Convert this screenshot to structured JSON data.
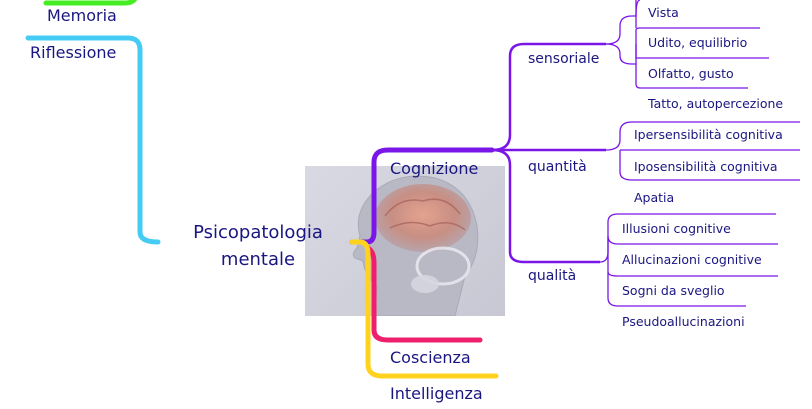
{
  "center": {
    "line1": "Psicopatologia",
    "line2": "mentale"
  },
  "left_branches": [
    {
      "label": "Memoria",
      "color": "#44ee22"
    },
    {
      "label": "Riflessione",
      "color": "#44ccf4"
    }
  ],
  "right_branches": [
    {
      "label": "Cognizione",
      "color": "#7a16e8",
      "groups": [
        {
          "label": "sensoriale",
          "items": [
            "Vista",
            "Udito, equilibrio",
            "Olfatto, gusto",
            "Tatto, autopercezione"
          ]
        },
        {
          "label": "quantità",
          "items": [
            "Ipersensibilità cognitiva",
            "Iposensibilità cognitiva",
            "Apatia"
          ]
        },
        {
          "label": "qualità",
          "items": [
            "Illusioni cognitive",
            "Allucinazioni cognitive",
            "Sogni da sveglio",
            "Pseudoallucinazioni"
          ]
        }
      ]
    },
    {
      "label": "Coscienza",
      "color": "#ee1f6c"
    },
    {
      "label": "Intelligenza",
      "color": "#ffd21e"
    }
  ],
  "image": {
    "icon": "head-brain-icon"
  }
}
